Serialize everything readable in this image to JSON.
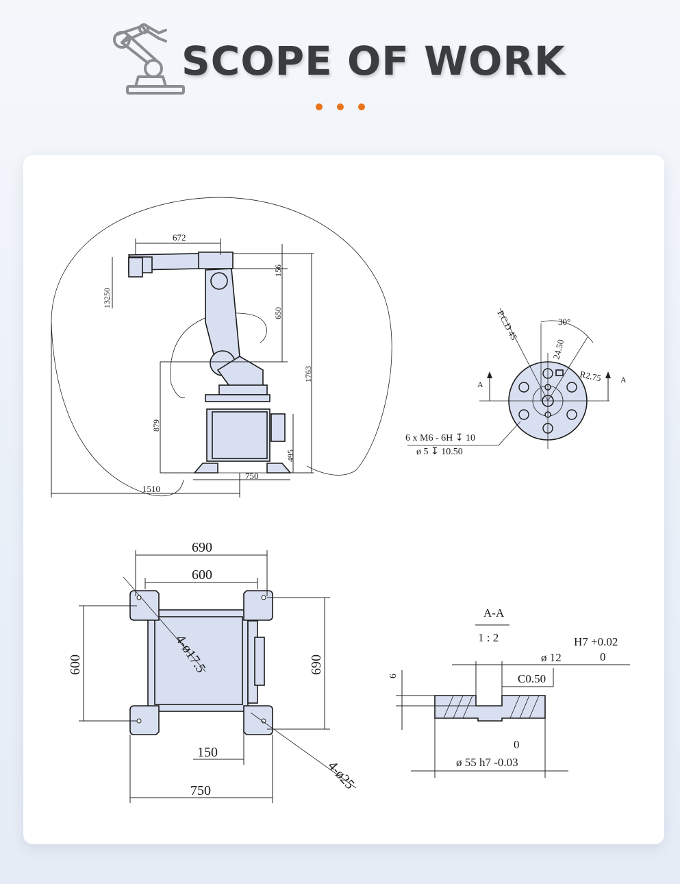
{
  "header": {
    "title": "SCOPE OF WORK",
    "accent_color": "#e8731a",
    "logo_icon": "robot-arm-icon"
  },
  "drawing_side": {
    "dims": {
      "reach_top": "672",
      "height_left": "13250",
      "seg_156": "156",
      "seg_650": "650",
      "total_1763": "1763",
      "base_879": "879",
      "base_495": "495",
      "base_750": "750",
      "radius_1510": "1510"
    }
  },
  "drawing_flange": {
    "pcd": "P.C.D 45",
    "angle": "30°",
    "dim_2450": "24.50",
    "radius": "R2.75",
    "section_left": "A",
    "section_right": "A",
    "callout_line1": "6 x  M6 - 6H ↧ 10",
    "callout_line2": "ø  5 ↧ 10.50"
  },
  "drawing_base": {
    "top_outer": "690",
    "top_inner": "600",
    "left": "600",
    "right": "690",
    "hole_pattern": "4-ø17.5",
    "bottom_150": "150",
    "bottom_750": "750",
    "hole_25": "4-ø25"
  },
  "drawing_section": {
    "title": "A-A",
    "scale": "1 : 2",
    "tol_upper": "H7 +0.02",
    "tol_zero": "0",
    "bore": "ø  12",
    "chamfer": "C0.50",
    "depth": "6",
    "shaft_zero": "0",
    "shaft": "ø  55 h7 -0.03"
  }
}
